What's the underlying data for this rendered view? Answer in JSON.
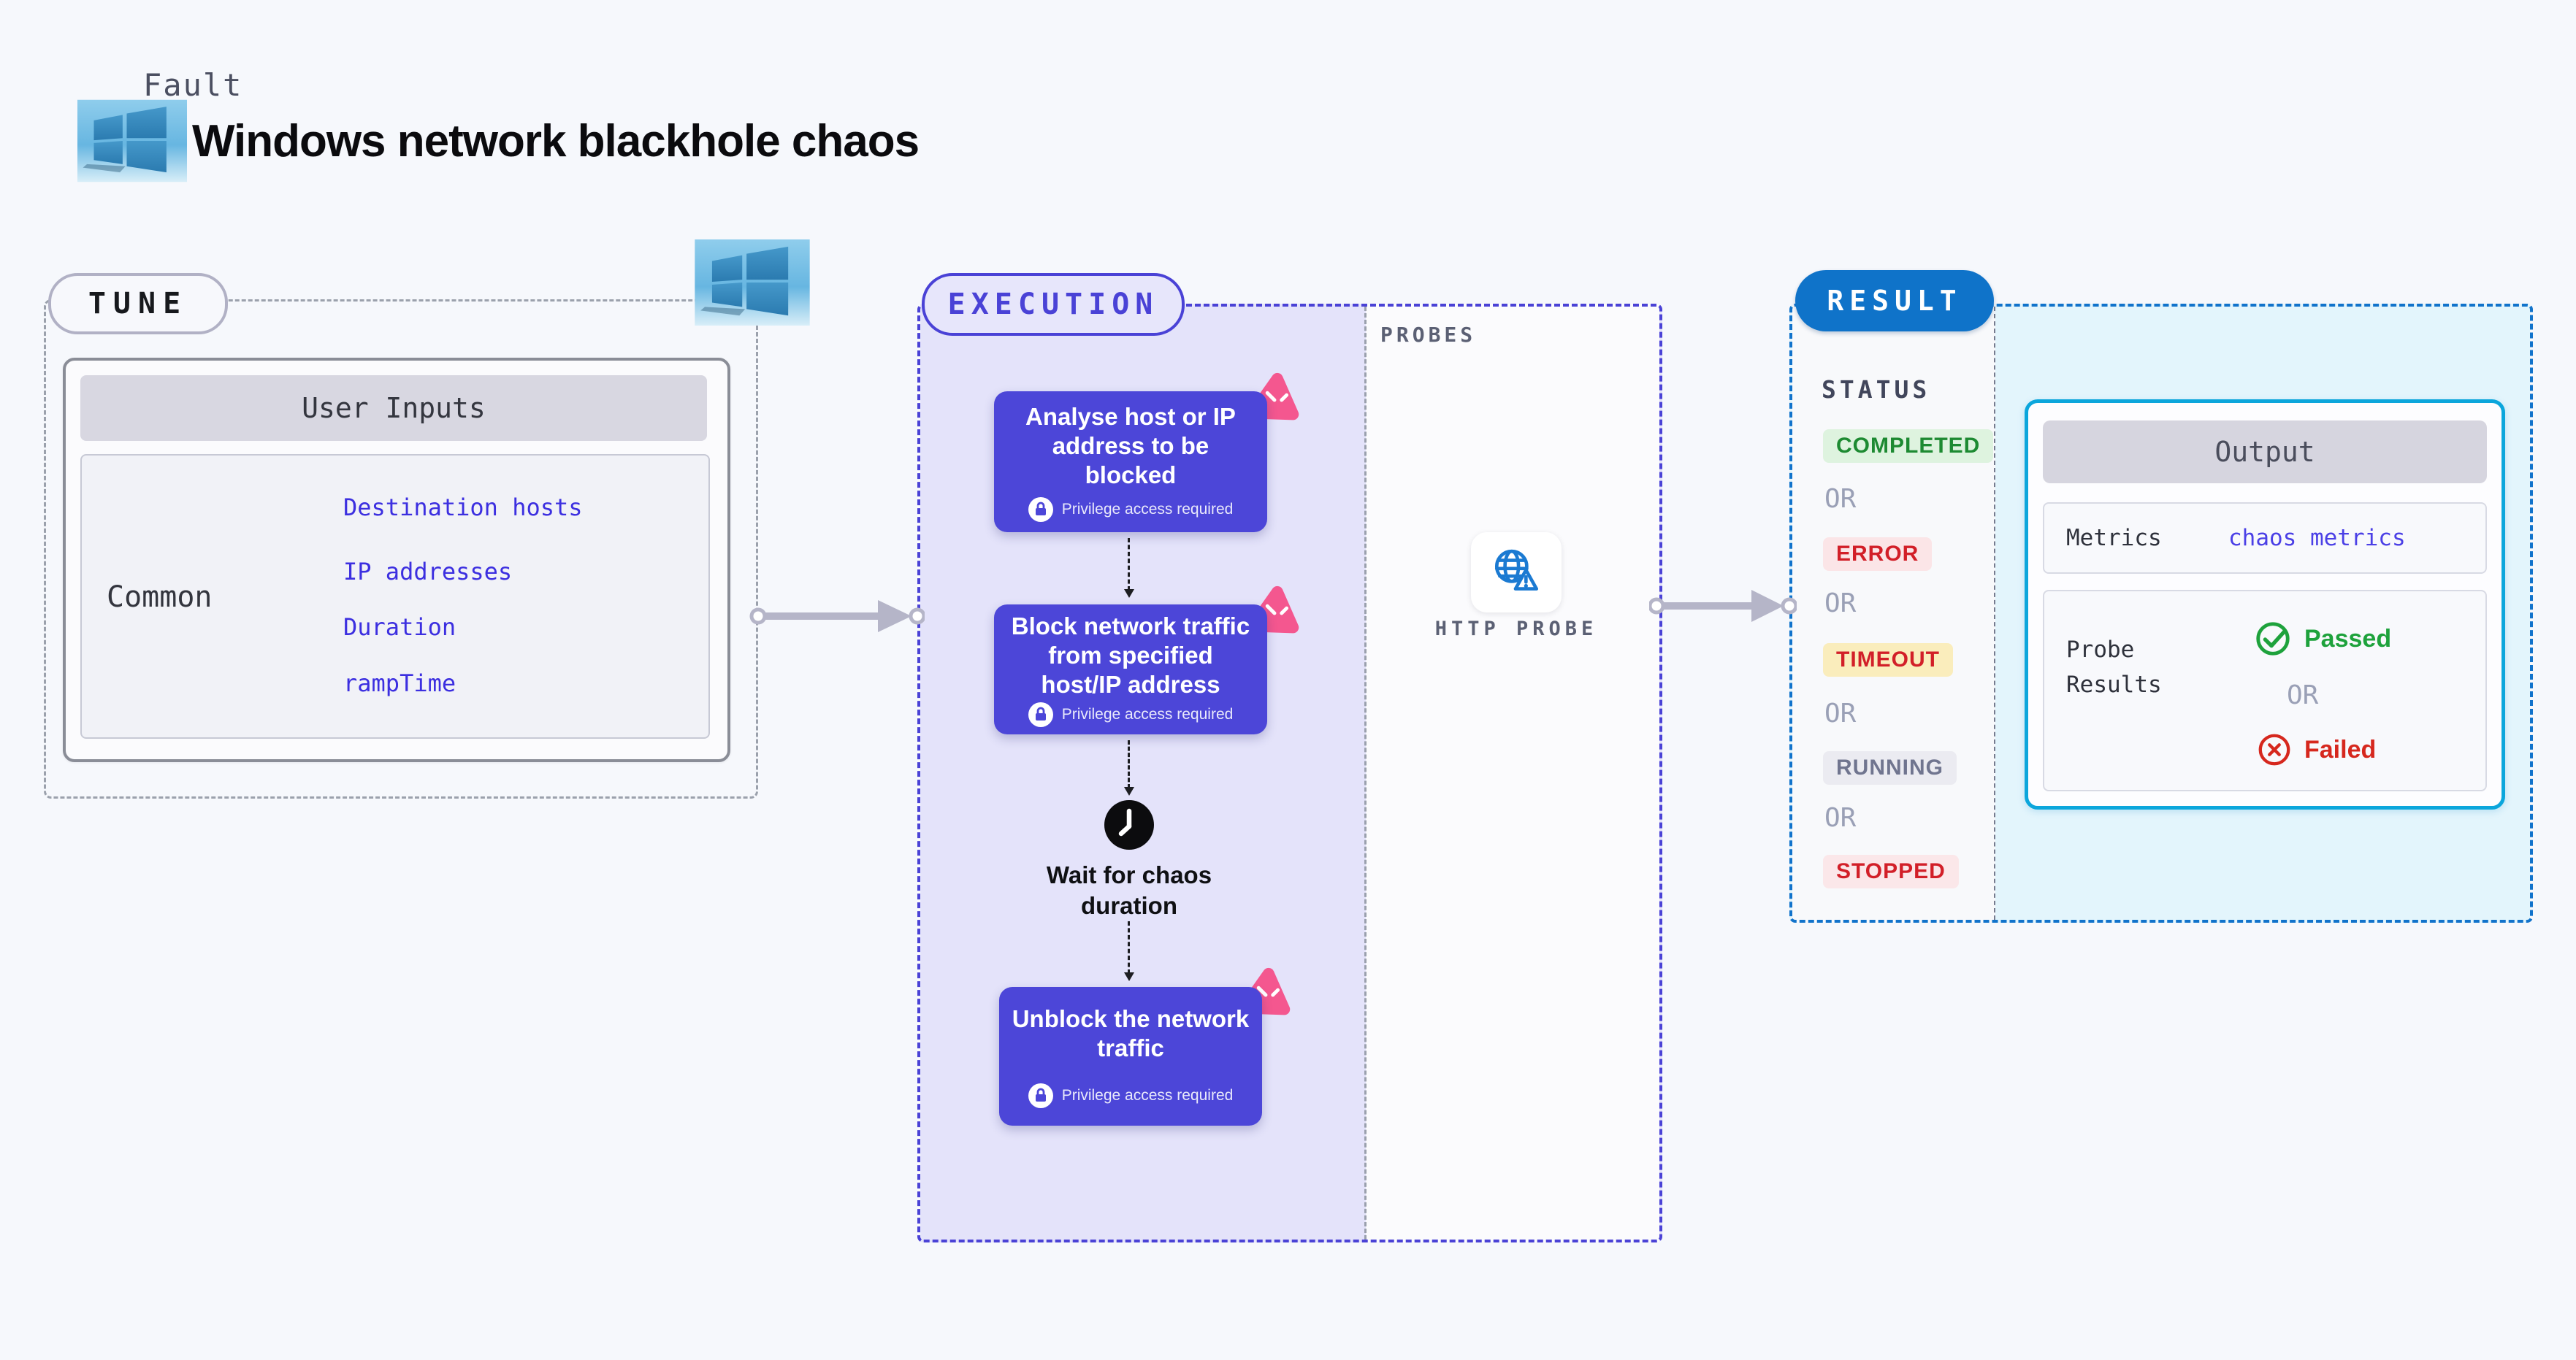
{
  "header": {
    "kicker": "Fault",
    "title": "Windows network blackhole chaos",
    "platform_icon": "windows-logo"
  },
  "tune": {
    "label": "TUNE",
    "table": {
      "header": "User Inputs",
      "row_label": "Common",
      "links": [
        "Destination hosts",
        "IP addresses",
        "Duration",
        "rampTime"
      ]
    }
  },
  "execution": {
    "label": "EXECUTION",
    "privilege_note": "Privilege access required",
    "steps": [
      "Analyse host or IP address to be blocked",
      "Block network traffic from specified host/IP address",
      "Unblock the network traffic"
    ],
    "wait_label": "Wait for chaos duration"
  },
  "probes": {
    "label": "PROBES",
    "probe_name": "HTTP PROBE"
  },
  "result": {
    "label": "RESULT",
    "status_header": "STATUS",
    "or_label": "OR",
    "statuses": [
      "COMPLETED",
      "ERROR",
      "TIMEOUT",
      "RUNNING",
      "STOPPED"
    ],
    "output": {
      "header": "Output",
      "metrics_label": "Metrics",
      "metrics_link": "chaos metrics",
      "probe_results_label": "Probe Results",
      "passed": "Passed",
      "failed": "Failed"
    }
  },
  "colors": {
    "page_bg": "#f6f8fc",
    "exec_accent": "#4a42d6",
    "exec_box": "#4c46d8",
    "exec_bg": "#e4e3fa",
    "result_accent": "#1173cb",
    "result_bg": "#e3f5fc",
    "output_border": "#0ba6dc",
    "link_blue": "#3c2fe0",
    "flag_pink": "#f4578f",
    "probe_blue": "#1b7ad2",
    "passed_green": "#1ea23c",
    "failed_red": "#d6281e",
    "completed_green": "#1d8a32",
    "error_red": "#d21f28"
  }
}
